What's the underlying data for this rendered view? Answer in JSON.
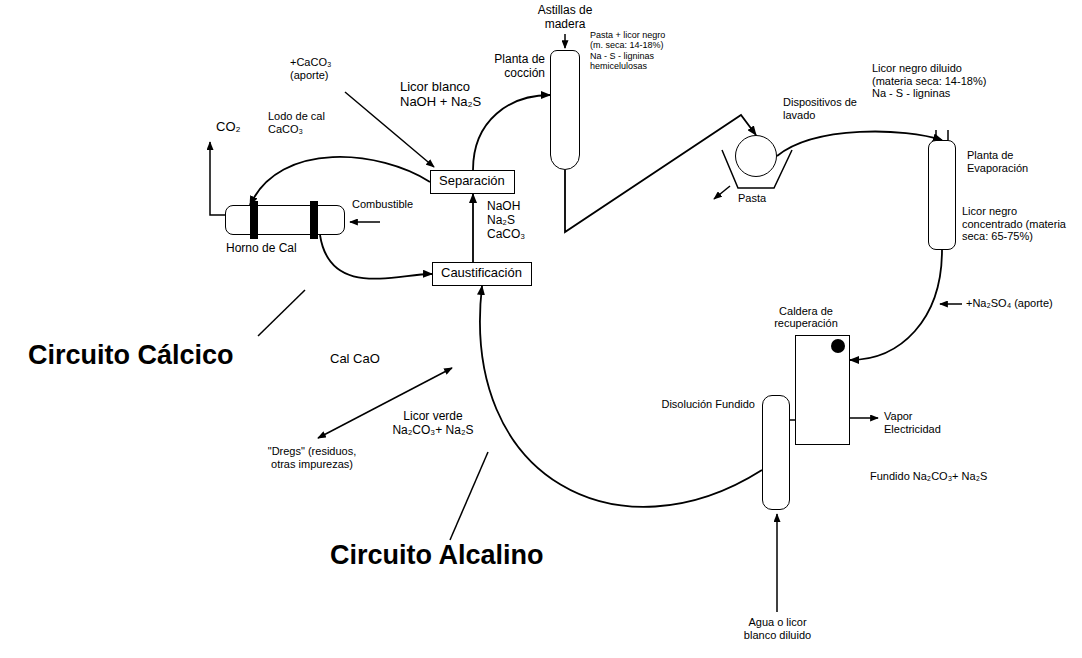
{
  "diagram": {
    "nodes": [
      {
        "text": [
          "Planta de cocción"
        ]
      },
      {
        "text": [
          "Dispositivos de lavado"
        ]
      },
      {
        "text": [
          "Planta de Evaporación"
        ]
      },
      {
        "text": [
          "Caldera de recuperación"
        ]
      },
      {
        "text": [
          "Disolución Fundido"
        ]
      },
      {
        "text": [
          "Caustificación"
        ]
      },
      {
        "text": [
          "Separación"
        ]
      },
      {
        "text": [
          "Horno de Cal"
        ]
      }
    ],
    "edges": [
      {
        "from": 0,
        "to": 1,
        "arrow": "to"
      },
      {
        "from": 1,
        "to": 2,
        "arrow": "to"
      },
      {
        "from": 2,
        "to": 3,
        "arrow": "to"
      },
      {
        "from": 4,
        "to": 5,
        "arrow": "to"
      },
      {
        "from": 5,
        "to": 6,
        "arrow": "to"
      },
      {
        "from": 6,
        "to": 0,
        "arrow": "to"
      },
      {
        "from": 6,
        "to": 7,
        "arrow": "to"
      },
      {
        "from": 7,
        "to": 5,
        "arrow": "to"
      }
    ],
    "labels": [
      "Astillas de madera",
      "Pasta + licor negro (m. seca: 14-18%) Na - S - ligninas hemicelulosas",
      "Pasta",
      "Licor negro diluido (materia seca: 14-18%) Na - S - ligninas",
      "Licor negro concentrado (materia seca: 65-75%)",
      "+Na₂SO₄ (aporte)",
      "Vapor Electricidad",
      "Fundido Na₂CO₃+ Na₂S",
      "Agua o licor blanco diluido",
      "Licor verde Na₂CO₃+ Na₂S",
      "Circuito Alcalino",
      "\"Dregs\" (residuos, otras impurezas)",
      "Cal CaO",
      "Circuito Cálcico",
      "CO₂",
      "Combustible",
      "Lodo de cal CaCO₃",
      "+CaCO₃ (aporte)",
      "Licor blanco NaOH + Na₂S",
      "NaOH Na₂S CaCO₃"
    ]
  }
}
